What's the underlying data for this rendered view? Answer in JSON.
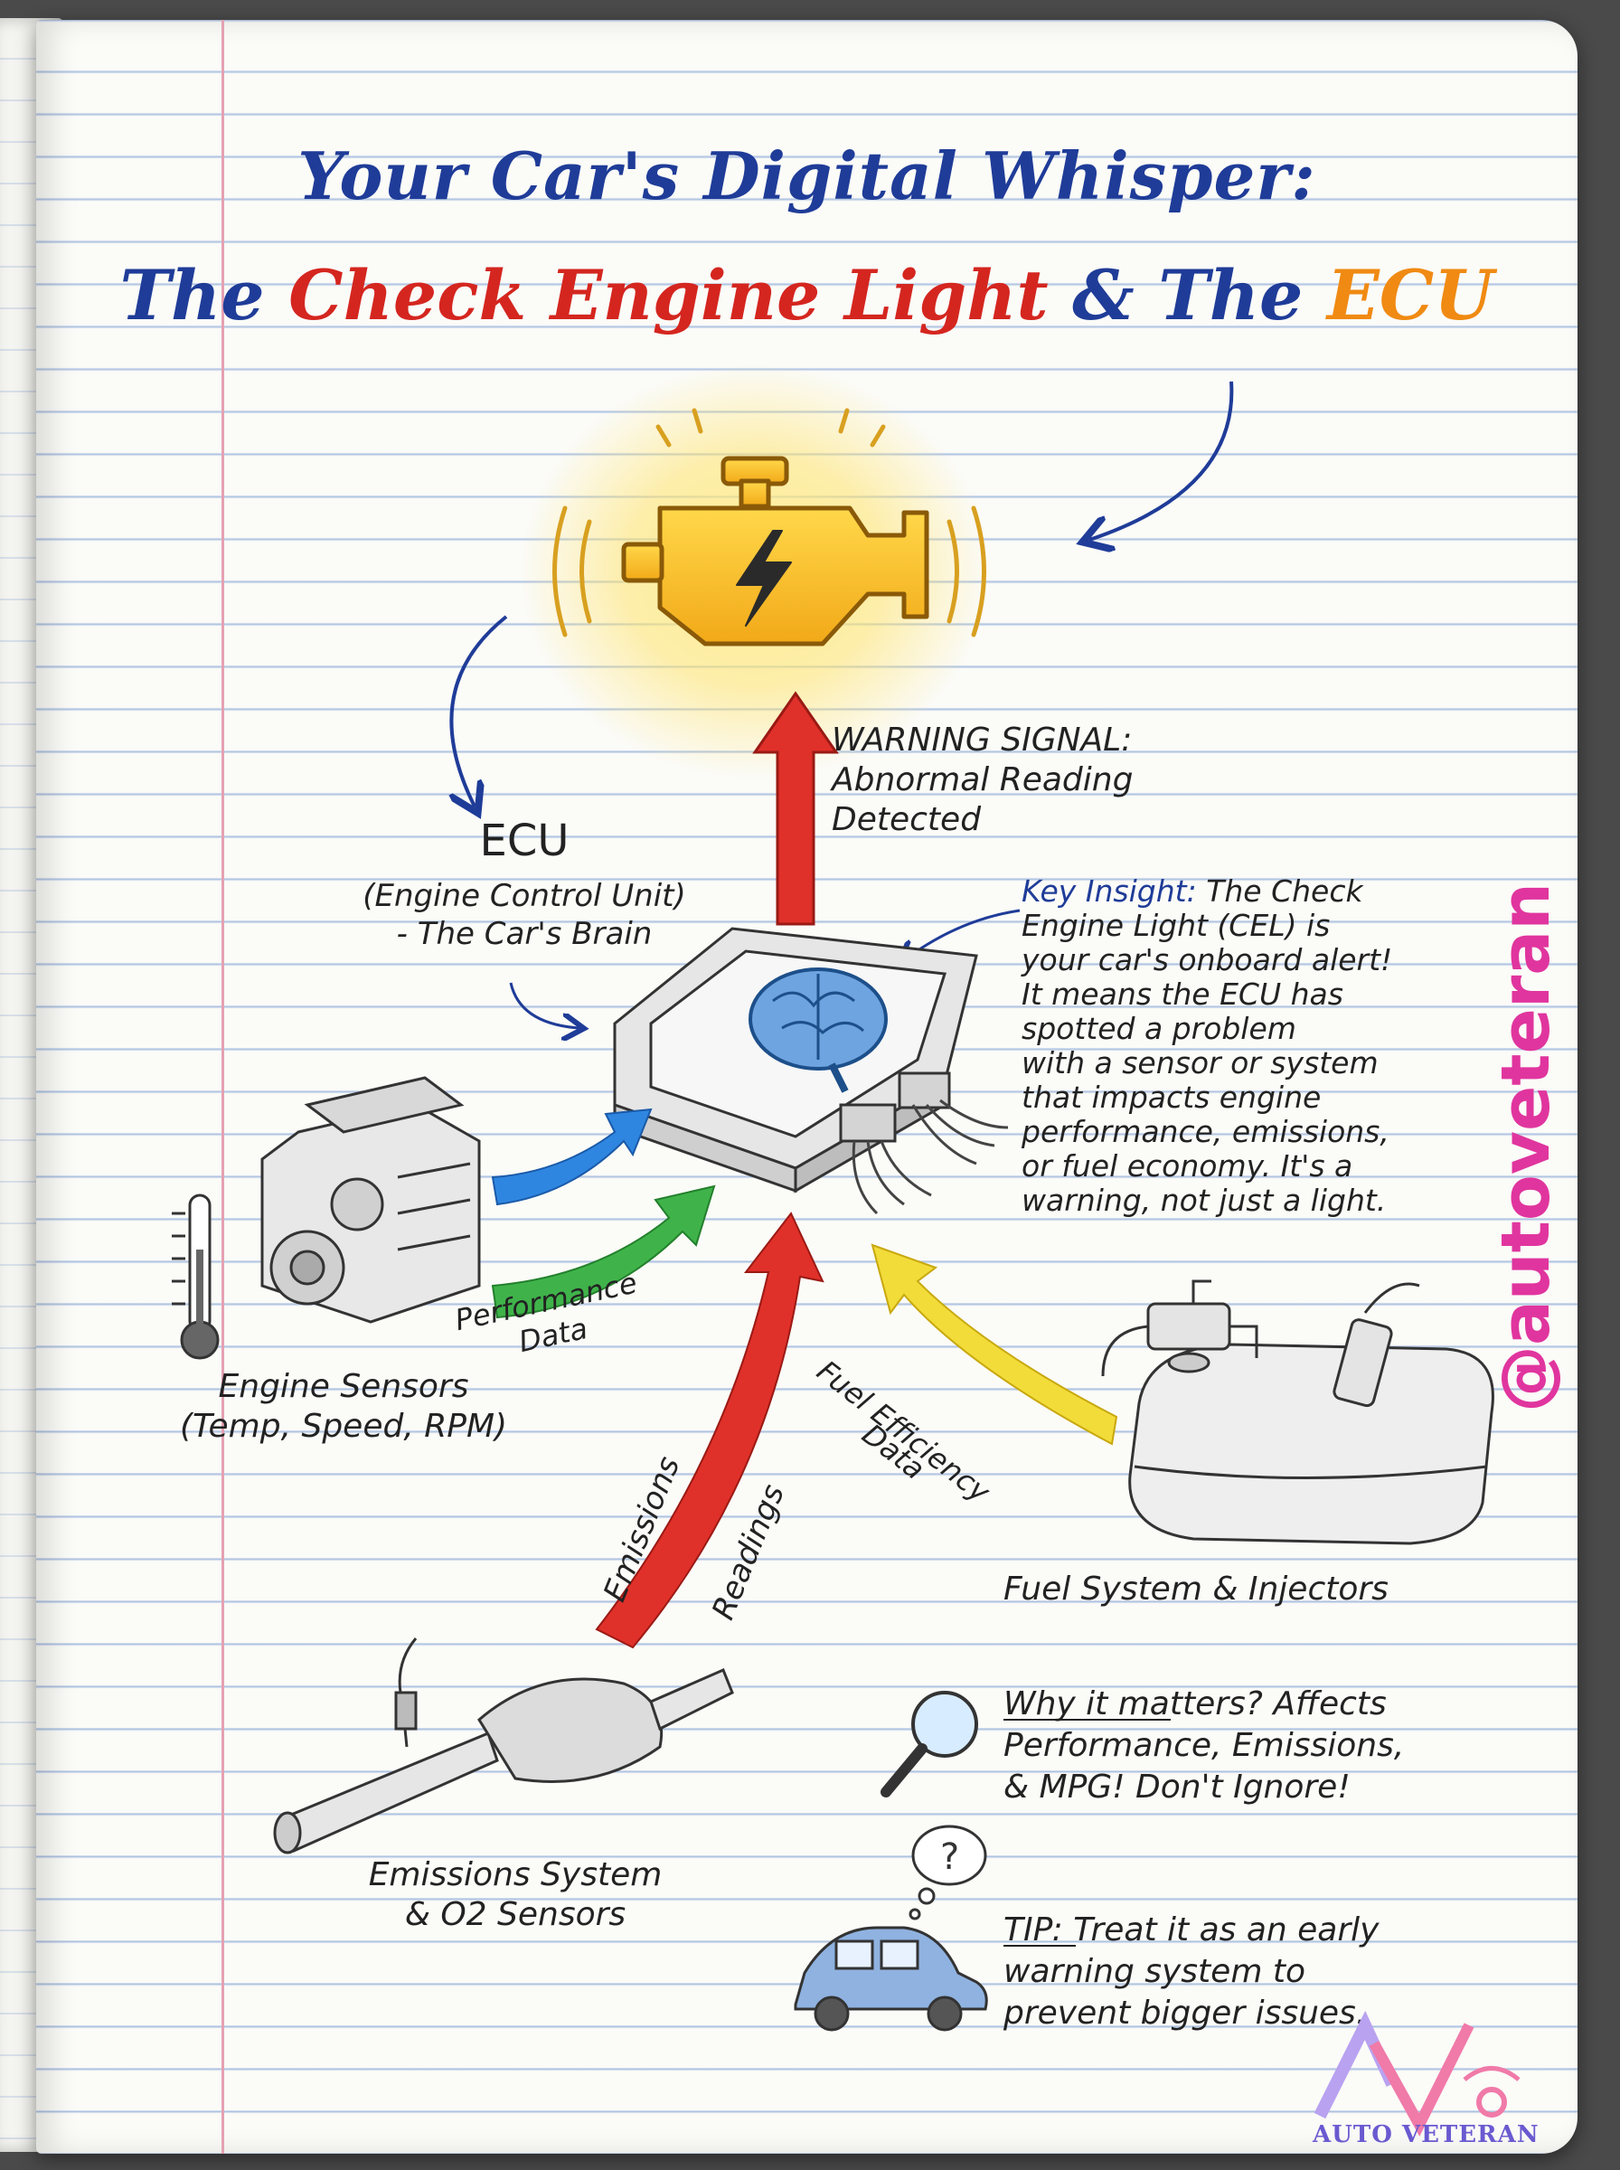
{
  "title": {
    "line1": "Your Car's Digital Whisper:",
    "line2_part1": "The ",
    "line2_part2": "Check Engine Light",
    "line2_part3": " & The ",
    "line2_part4": "ECU"
  },
  "warning": {
    "line1": "WARNING SIGNAL:",
    "line2": "Abnormal Reading",
    "line3": "Detected"
  },
  "ecu": {
    "heading": "ECU",
    "sub1": "(Engine Control Unit)",
    "sub2": "- The Car's Brain"
  },
  "insight": {
    "label": "Key Insight:",
    "line1": " The Check",
    "line2": "Engine Light (CEL) is",
    "line3": "your car's onboard alert!",
    "line4": "It means the ECU has",
    "line5": "spotted a problem",
    "line6": "with a sensor or system",
    "line7": "that impacts engine",
    "line8": "performance, emissions,",
    "line9": "or fuel economy. It's a",
    "line10": "warning, not just a light."
  },
  "flows": {
    "performance1": "Performance",
    "performance2": "Data",
    "emissions1": "Emissions",
    "emissions2": "Readings",
    "fuel1": "Fuel Efficiency",
    "fuel2": "Data"
  },
  "sources": {
    "engine1": "Engine Sensors",
    "engine2": "(Temp, Speed, RPM)",
    "fuel": "Fuel System & Injectors",
    "emissions1": "Emissions System",
    "emissions2": "& O2 Sensors"
  },
  "why": {
    "label": "Why it matters?",
    "line1": " Affects",
    "line2": "Performance, Emissions,",
    "line3": "& MPG! Don't Ignore!"
  },
  "tip": {
    "label": "TIP:",
    "line1": " Treat it as an early",
    "line2": "warning system to",
    "line3": "prevent bigger issues."
  },
  "handle": "@autoveteran",
  "logo_text": "AUTO VETERAN",
  "colors": {
    "title_blue": "#1f3c98",
    "title_red": "#d4261f",
    "title_orange": "#f08a12",
    "arrow_red": "#e0302a",
    "arrow_blue": "#2f86e0",
    "arrow_green": "#3fb34a",
    "arrow_yellow": "#f2dc3a",
    "handle_pink": "#e0359e",
    "cel_yellow": "#f7c21f"
  },
  "icons": [
    "check-engine-icon",
    "brain-icon",
    "thermometer-icon",
    "magnifier-icon",
    "car-icon",
    "question-bubble-icon"
  ]
}
